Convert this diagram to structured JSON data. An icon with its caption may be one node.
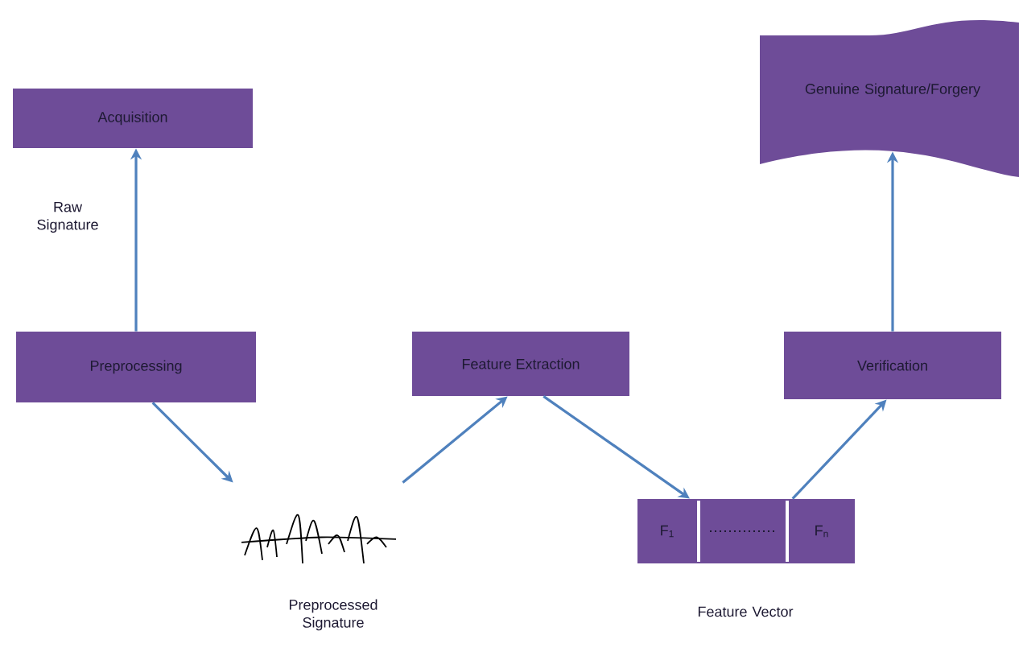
{
  "diagram": {
    "nodes": [
      {
        "text": [
          "Acquisition"
        ]
      },
      {
        "text": [
          "Preprocessing"
        ]
      },
      {
        "text": [],
        "shape": "picture",
        "beside": [
          "Preprocessed Signature"
        ]
      },
      {
        "text": [
          "Feature Extraction"
        ]
      },
      {
        "text": [],
        "shape": "box",
        "beside": [
          "Feature Vector"
        ]
      },
      {
        "text": [
          "F$_{1}$"
        ],
        "in": 4
      },
      {
        "text": [],
        "shape": "box",
        "in": 4
      },
      {
        "text": [
          "F$_{n}$"
        ],
        "in": 4
      },
      {
        "text": [
          "Verification"
        ]
      },
      {
        "text": [
          "Genuine Signature/Forgery"
        ]
      }
    ],
    "edges": [
      {
        "from": 1,
        "to": 0,
        "arrow": "to",
        "label": "Raw Signature"
      },
      {
        "from": 1,
        "to": 2,
        "arrow": "to"
      },
      {
        "from": 2,
        "to": 3,
        "arrow": "to"
      },
      {
        "from": 3,
        "to": 4,
        "arrow": "to"
      },
      {
        "from": 4,
        "to": 8,
        "arrow": "to"
      },
      {
        "from": 8,
        "to": 9,
        "arrow": "to"
      }
    ]
  }
}
